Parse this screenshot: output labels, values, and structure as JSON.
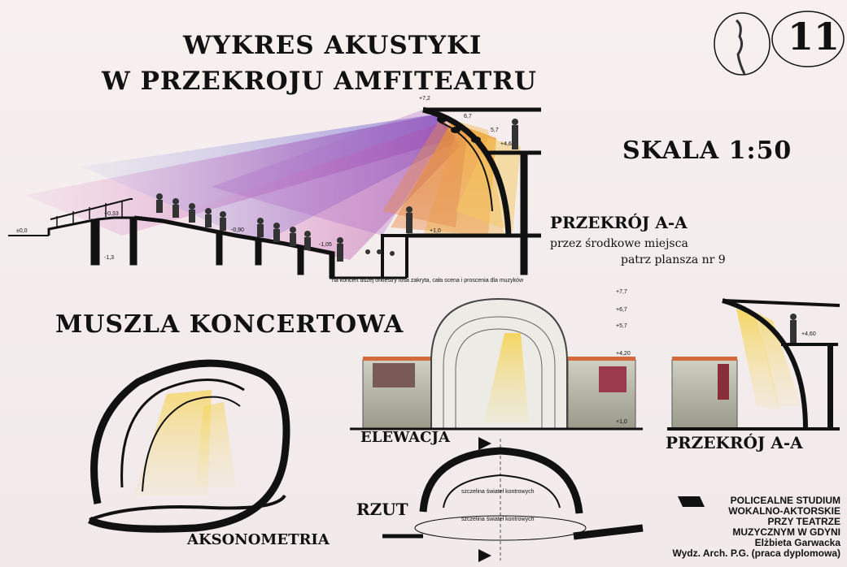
{
  "title": {
    "line1": "WYKRES AKUSTYKI",
    "line2": "W PRZEKROJU AMFITEATRU"
  },
  "sheet_number": "11",
  "scale": "SKALA 1:50",
  "section_label": "PRZEKRÓJ A-A",
  "section_desc1": "przez środkowe miejsca",
  "section_desc2": "patrz plansza nr 9",
  "orchestra_note": "na koncert dużej orkiestry fosa zakryta, cała scena i proscenia dla muzyków",
  "shell_title": "MUSZLA KONCERTOWA",
  "elevation_label": "ELEWACJA",
  "section_label2": "PRZEKRÓJ A-A",
  "plan_label": "RZUT",
  "axonometry_label": "AKSONOMETRIA",
  "plan_note1": "szczelina świateł kontrowych",
  "plan_note2": "szczelina świateł kontrowych",
  "levels": {
    "l00": "±0,0",
    "l13": "-1,3",
    "l033": "+0,33",
    "l090": "-0,90",
    "l105": "-1,05",
    "l10": "+1,0",
    "l46": "+4,6",
    "l57": "5,7",
    "l67": "6,7",
    "l72": "+7,2",
    "e77": "+7,7",
    "e67": "+6,7",
    "e57": "+5,7",
    "e42": "+4,20",
    "e10": "+1,0",
    "s46": "+4,60"
  },
  "footer": {
    "line1": "POLICEALNE STUDIUM",
    "line2": "WOKALNO-AKTORSKIE",
    "line3": "PRZY TEATRZE",
    "line4": "MUZYCZNYM W GDYNI",
    "author": "Elżbieta Garwacka",
    "school": "Wydz. Arch. P.G. (praca dyplomowa)"
  }
}
